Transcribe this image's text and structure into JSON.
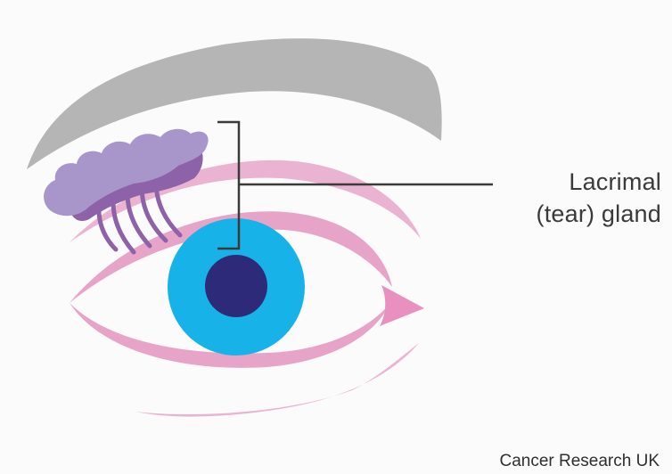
{
  "diagram": {
    "label": {
      "line1": "Lacrimal",
      "line2": "(tear) gland"
    },
    "credit": "Cancer Research UK"
  },
  "colors": {
    "eyebrow": "#b5b5b5",
    "eyelid_line": "#e6a5c8",
    "iris": "#17b3e8",
    "pupil": "#2e2a7a",
    "gland_light": "#a896cb",
    "gland_dark": "#8e62a8",
    "leader_line": "#3a3a3a",
    "tear_duct": "#e890c0"
  }
}
